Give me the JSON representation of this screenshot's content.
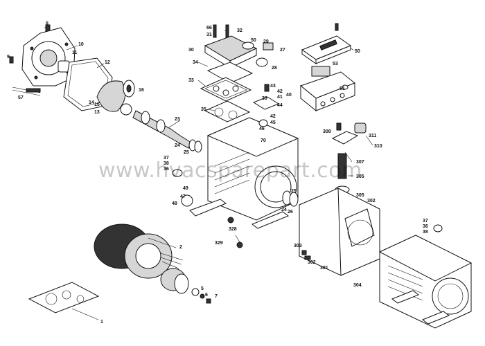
{
  "diagram": {
    "watermark": "www.hvacsparepart.com",
    "callouts": [
      {
        "id": "c1",
        "text": "1"
      },
      {
        "id": "c2",
        "text": "2"
      },
      {
        "id": "c5",
        "text": "5"
      },
      {
        "id": "c6",
        "text": "6"
      },
      {
        "id": "c7",
        "text": "7"
      },
      {
        "id": "c8",
        "text": "8"
      },
      {
        "id": "c9",
        "text": "9"
      },
      {
        "id": "c10",
        "text": "10"
      },
      {
        "id": "c11",
        "text": "11"
      },
      {
        "id": "c12",
        "text": "12"
      },
      {
        "id": "c13",
        "text": "13"
      },
      {
        "id": "c14",
        "text": "14"
      },
      {
        "id": "c15",
        "text": "15"
      },
      {
        "id": "c16",
        "text": "16"
      },
      {
        "id": "c23",
        "text": "23"
      },
      {
        "id": "c24a",
        "text": "24"
      },
      {
        "id": "c25a",
        "text": "25"
      },
      {
        "id": "c24b",
        "text": "24"
      },
      {
        "id": "c25b",
        "text": "25"
      },
      {
        "id": "c26",
        "text": "26"
      },
      {
        "id": "c27",
        "text": "27"
      },
      {
        "id": "c28",
        "text": "28"
      },
      {
        "id": "c29",
        "text": "29"
      },
      {
        "id": "c30",
        "text": "30"
      },
      {
        "id": "c31",
        "text": "31"
      },
      {
        "id": "c32",
        "text": "32"
      },
      {
        "id": "c33",
        "text": "33"
      },
      {
        "id": "c34",
        "text": "34"
      },
      {
        "id": "c35",
        "text": "35"
      },
      {
        "id": "c36",
        "text": "36"
      },
      {
        "id": "c37a",
        "text": "37"
      },
      {
        "id": "c38a",
        "text": "38"
      },
      {
        "id": "c37b",
        "text": "37"
      },
      {
        "id": "c38b",
        "text": "38"
      },
      {
        "id": "c39",
        "text": "39"
      },
      {
        "id": "c40",
        "text": "40"
      },
      {
        "id": "c41",
        "text": "41"
      },
      {
        "id": "c42a",
        "text": "42"
      },
      {
        "id": "c42b",
        "text": "42"
      },
      {
        "id": "c43",
        "text": "43"
      },
      {
        "id": "c44",
        "text": "44"
      },
      {
        "id": "c45",
        "text": "45"
      },
      {
        "id": "c46",
        "text": "46"
      },
      {
        "id": "c47",
        "text": "47"
      },
      {
        "id": "c48",
        "text": "48"
      },
      {
        "id": "c49",
        "text": "49"
      },
      {
        "id": "c50a",
        "text": "50"
      },
      {
        "id": "c50b",
        "text": "50"
      },
      {
        "id": "c51",
        "text": "51"
      },
      {
        "id": "c53",
        "text": "53"
      },
      {
        "id": "c57",
        "text": "57"
      },
      {
        "id": "c66",
        "text": "66"
      },
      {
        "id": "c70",
        "text": "70"
      },
      {
        "id": "c301",
        "text": "301"
      },
      {
        "id": "c302a",
        "text": "302"
      },
      {
        "id": "c302b",
        "text": "302"
      },
      {
        "id": "c303",
        "text": "303"
      },
      {
        "id": "c304",
        "text": "304"
      },
      {
        "id": "c305a",
        "text": "305"
      },
      {
        "id": "c305b",
        "text": "305"
      },
      {
        "id": "c307",
        "text": "307"
      },
      {
        "id": "c308",
        "text": "308"
      },
      {
        "id": "c310",
        "text": "310"
      },
      {
        "id": "c311",
        "text": "311"
      },
      {
        "id": "c328",
        "text": "328"
      },
      {
        "id": "c329",
        "text": "329"
      }
    ]
  }
}
